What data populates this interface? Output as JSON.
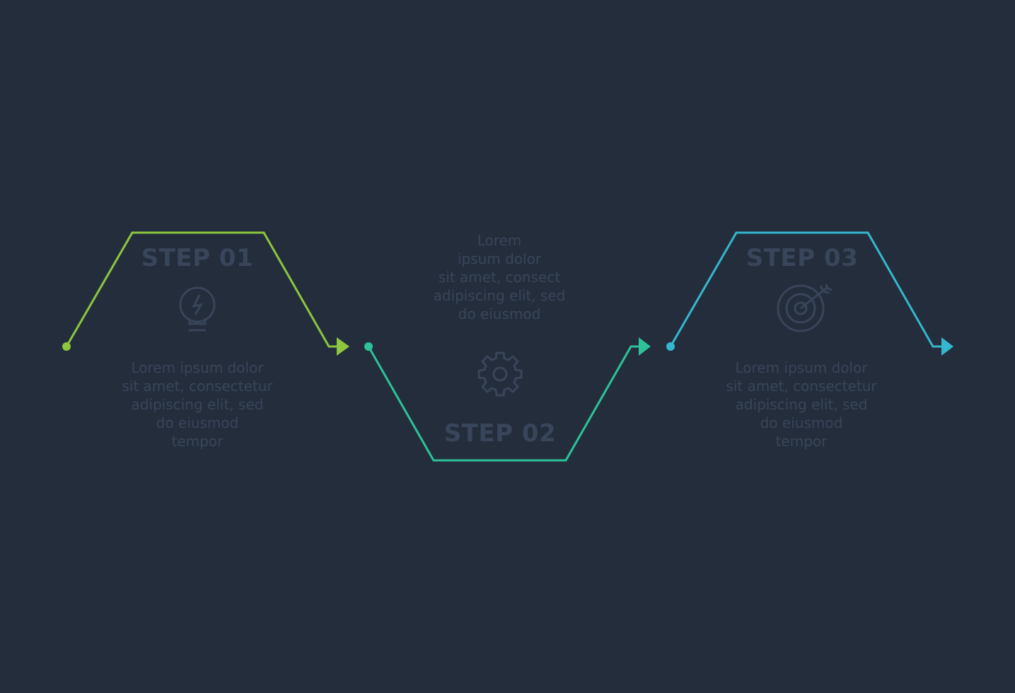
{
  "background_color": "#242d3b",
  "text_color": "#38455a",
  "steps": [
    {
      "title": "STEP 01",
      "description": "Lorem ipsum dolor\nsit amet, consectetur\nadipiscing elit, sed\ndo eiusmod\ntempor",
      "icon": "lightbulb-icon",
      "color": "#8dc63f"
    },
    {
      "title": "STEP 02",
      "description": "Lorem\nipsum dolor\nsit amet, consect\nadipiscing elit, sed\ndo eiusmod",
      "icon": "gear-icon",
      "color": "#2dc29a"
    },
    {
      "title": "STEP 03",
      "description": "Lorem ipsum dolor\nsit amet, consectetur\nadipiscing elit, sed\ndo eiusmod\ntempor",
      "icon": "target-icon",
      "color": "#34b8d0"
    }
  ]
}
